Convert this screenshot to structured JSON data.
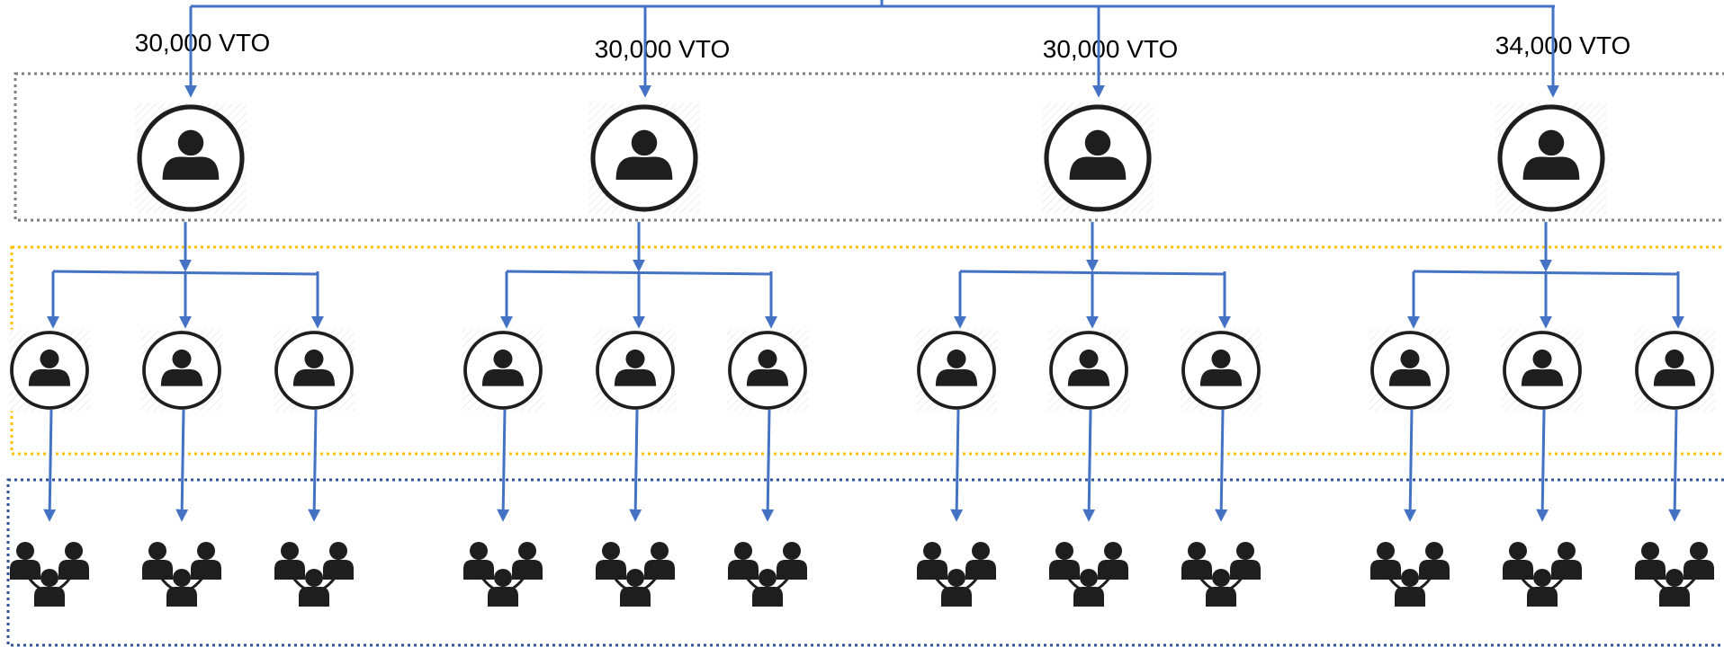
{
  "diagram": {
    "branches": [
      {
        "amount_label": "30,000 VTO"
      },
      {
        "amount_label": "30,000 VTO"
      },
      {
        "amount_label": "30,000 VTO"
      },
      {
        "amount_label": "34,000 VTO"
      }
    ],
    "sub_members_per_branch": 3,
    "colors": {
      "arrow": "#4472C4",
      "icon": "#1e1e1e",
      "tier1_border": "#7f7f7f",
      "tier2_border": "#FFC000",
      "tier3_border": "#2F5597"
    },
    "icons": {
      "leader": "user-circle-icon",
      "member": "user-circle-icon",
      "team": "team-group-icon"
    }
  }
}
